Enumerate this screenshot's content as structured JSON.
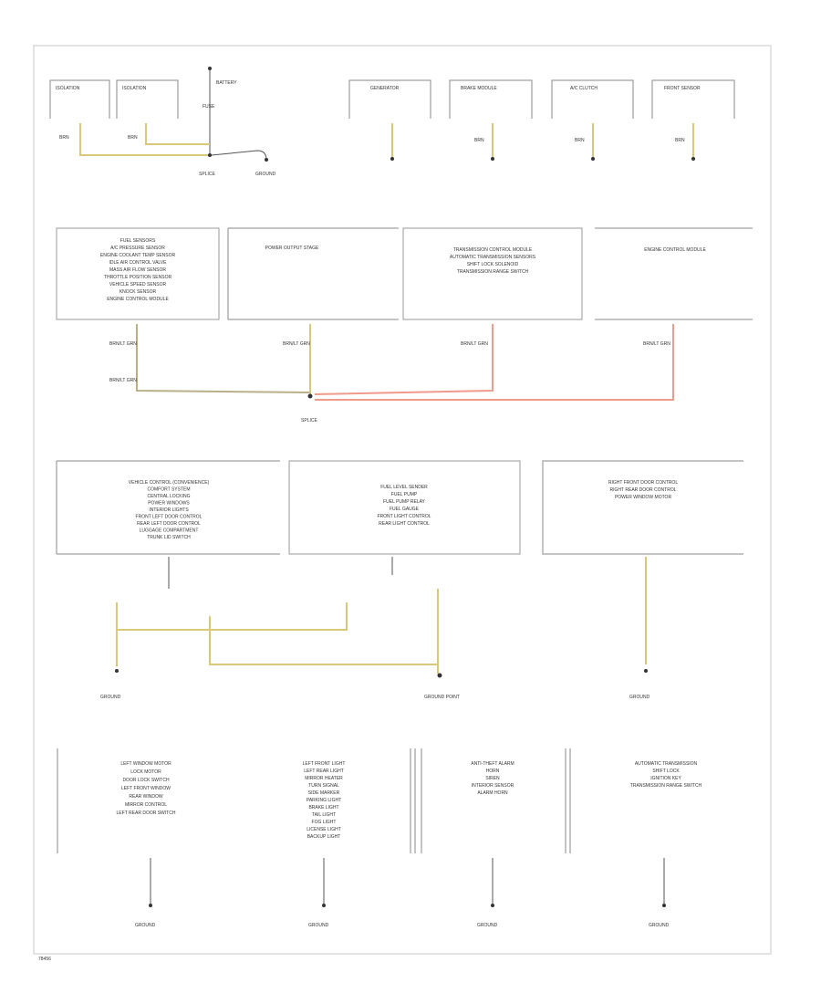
{
  "page": {
    "code": "78456"
  },
  "components_top": [
    {
      "id": "isolation-1",
      "label": "ISOLATION"
    },
    {
      "id": "isolation-2",
      "label": "ISOLATION"
    },
    {
      "id": "generator",
      "label": "GENERATOR"
    },
    {
      "id": "brake-module",
      "label": "BRAKE MODULE"
    },
    {
      "id": "ac-clutch",
      "label": "A/C CLUTCH"
    },
    {
      "id": "front-sensor",
      "label": "FRONT SENSOR"
    }
  ],
  "modules_mid": [
    {
      "id": "fuel-sensors",
      "text": [
        "FUEL SENSORS",
        "A/C PRESSURE SENSOR",
        "ENGINE COOLANT TEMP SENSOR",
        "IDLE AIR CONTROL VALVE",
        "MASS AIR FLOW SENSOR",
        "THROTTLE POSITION SENSOR",
        "VEHICLE SPEED SENSOR",
        "KNOCK SENSOR",
        "ENGINE CONTROL MODULE"
      ]
    },
    {
      "id": "power-output-stage",
      "text": [
        "POWER OUTPUT STAGE"
      ]
    },
    {
      "id": "transmission-control",
      "text": [
        "TRANSMISSION CONTROL MODULE",
        "AUTOMATIC TRANSMISSION SENSORS",
        "SHIFT LOCK SOLENOID",
        "TRANSMISSION RANGE SWITCH"
      ]
    },
    {
      "id": "engine-control",
      "text": [
        "ENGINE CONTROL MODULE"
      ]
    }
  ],
  "modules_row3": [
    {
      "id": "vehicle-control",
      "text": [
        "VEHICLE CONTROL (CONVENIENCE)",
        "COMFORT SYSTEM",
        "CENTRAL LOCKING",
        "POWER WINDOWS",
        "INTERIOR LIGHTS",
        "FRONT LEFT DOOR CONTROL",
        "REAR LEFT DOOR CONTROL",
        "LUGGAGE COMPARTMENT",
        "TRUNK LID SWITCH"
      ]
    },
    {
      "id": "fuel-level",
      "text": [
        "FUEL LEVEL SENDER",
        "FUEL PUMP",
        "FUEL PUMP RELAY",
        "FUEL GAUGE",
        "FRONT LIGHT CONTROL",
        "REAR LIGHT CONTROL"
      ]
    },
    {
      "id": "right-front-door",
      "text": [
        "RIGHT FRONT DOOR CONTROL",
        "RIGHT REAR DOOR CONTROL",
        "POWER WINDOW MOTOR"
      ]
    }
  ],
  "modules_bottom": [
    {
      "id": "left-window",
      "text": [
        "LEFT WINDOW MOTOR",
        "LOCK MOTOR",
        "DOOR LOCK SWITCH",
        "LEFT FRONT WINDOW",
        "REAR WINDOW",
        "MIRROR CONTROL",
        "LEFT REAR DOOR SWITCH"
      ]
    },
    {
      "id": "left-front-light",
      "text": [
        "LEFT FRONT LIGHT",
        "LEFT REAR LIGHT",
        "MIRROR HEATER",
        "TURN SIGNAL",
        "SIDE MARKER",
        "PARKING LIGHT",
        "BRAKE LIGHT",
        "TAIL LIGHT",
        "FOG LIGHT",
        "LICENSE LIGHT",
        "BACKUP LIGHT"
      ]
    },
    {
      "id": "anti-theft",
      "text": [
        "ANTI-THEFT ALARM",
        "HORN",
        "SIREN",
        "INTERIOR SENSOR",
        "ALARM HORN"
      ]
    },
    {
      "id": "auto-trans-lock",
      "text": [
        "AUTOMATIC TRANSMISSION",
        "SHIFT LOCK",
        "IGNITION KEY",
        "TRANSMISSION RANGE SWITCH"
      ]
    }
  ],
  "wire_labels": {
    "battery": "BATTERY",
    "fuse": "FUSE",
    "brn": "BRN",
    "brn_ltgrn": "BRN/LT GRN",
    "ground": "GROUND",
    "splice": "SPLICE",
    "ground_point": "GROUND POINT"
  },
  "colors": {
    "wire_yellow": "#d8c877",
    "wire_red": "#ef9a8a",
    "box_border": "#9a9a9a"
  }
}
